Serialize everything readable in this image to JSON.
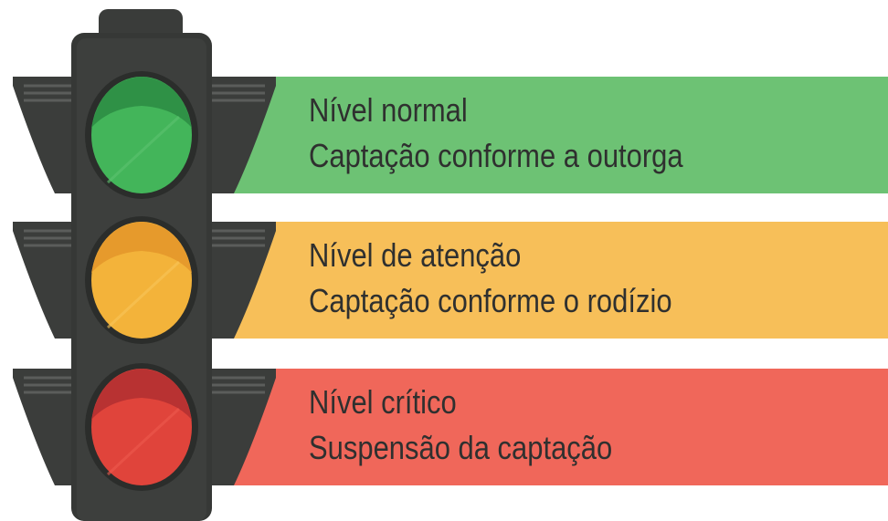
{
  "levels": [
    {
      "color": "#6dc274",
      "lamp_color": "#39a84e",
      "title": "Nível normal",
      "description": "Captação conforme a outorga"
    },
    {
      "color": "#f7bf59",
      "lamp_color": "#f2a83a",
      "title": "Nível de atenção",
      "description": "Captação conforme o rodízio"
    },
    {
      "color": "#f0675a",
      "lamp_color": "#d93a34",
      "title": "Nível crítico",
      "description": "Suspensão da captação"
    }
  ]
}
